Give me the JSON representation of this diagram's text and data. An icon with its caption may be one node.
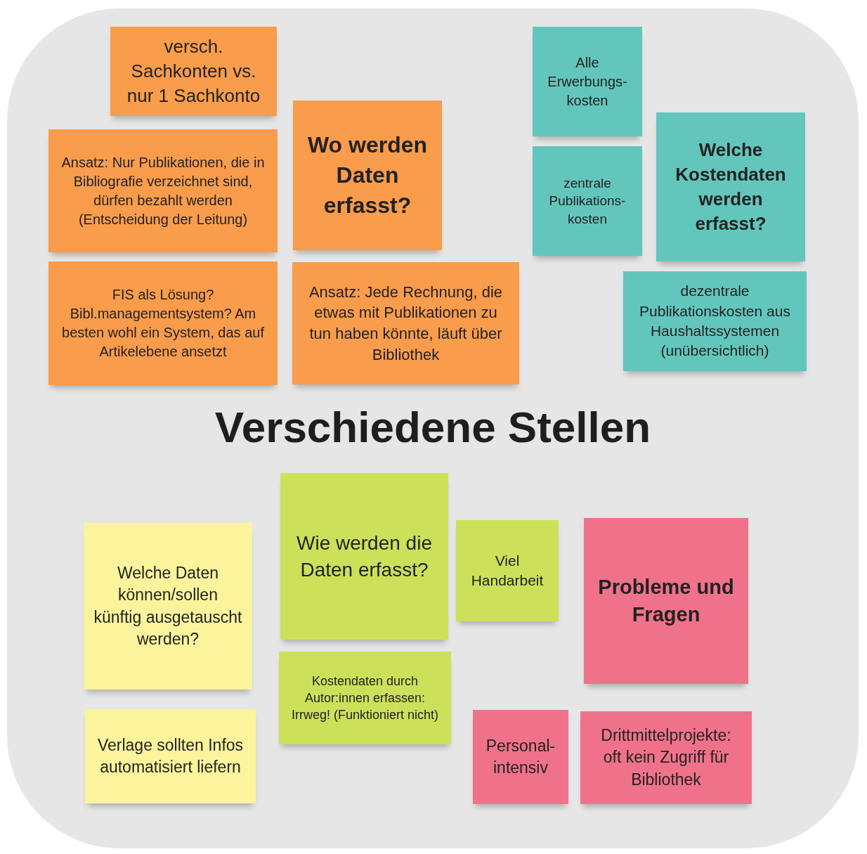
{
  "diagram": {
    "nodes": [
      {
        "text": [
          "Verschiedene Stellen"
        ]
      },
      {
        "text": [
          "versch. Sachkonten vs. nur 1 Sachkonto"
        ],
        "in": 0
      },
      {
        "text": [
          "Ansatz: Nur Publikationen, die in Bibliografie verzeichnet sind, dürfen bezahlt werden (Entscheidung der Leitung)"
        ],
        "in": 0
      },
      {
        "text": [
          "Wo werden Daten erfasst?"
        ],
        "in": 0
      },
      {
        "text": [
          "FIS als Lösung? Bibl.managementsystem? Am besten wohl ein System, das auf Artikelebene ansetzt"
        ],
        "in": 0
      },
      {
        "text": [
          "Ansatz: Jede Rechnung, die etwas mit Publikationen zu tun haben könnte, läuft über Bibliothek"
        ],
        "in": 0
      },
      {
        "text": [
          "Alle Erwerbungs- kosten"
        ],
        "in": 0
      },
      {
        "text": [
          "zentrale Publikations- kosten"
        ],
        "in": 0
      },
      {
        "text": [
          "Welche Kostendaten werden erfasst?"
        ],
        "in": 0
      },
      {
        "text": [
          "dezentrale Publikationskosten aus Haushaltssystemen (unübersichtlich)"
        ],
        "in": 0
      },
      {
        "text": [
          "Welche Daten können/sollen künftig ausgetauscht werden?"
        ],
        "in": 0
      },
      {
        "text": [
          "Wie werden die Daten erfasst?"
        ],
        "in": 0
      },
      {
        "text": [
          "Viel Handarbeit"
        ],
        "in": 0
      },
      {
        "text": [
          "Probleme und Fragen"
        ],
        "in": 0
      },
      {
        "text": [
          "Kostendaten durch Autor:innen erfassen: Irrweg! (Funktioniert nicht)"
        ],
        "in": 0
      },
      {
        "text": [
          "Verlage sollten Infos automatisiert liefern"
        ],
        "in": 0
      },
      {
        "text": [
          "Personal- intensiv"
        ],
        "in": 0
      },
      {
        "text": [
          "Drittmittelprojekte: oft kein Zugriff für Bibliothek"
        ],
        "in": 0
      }
    ],
    "edges": []
  }
}
